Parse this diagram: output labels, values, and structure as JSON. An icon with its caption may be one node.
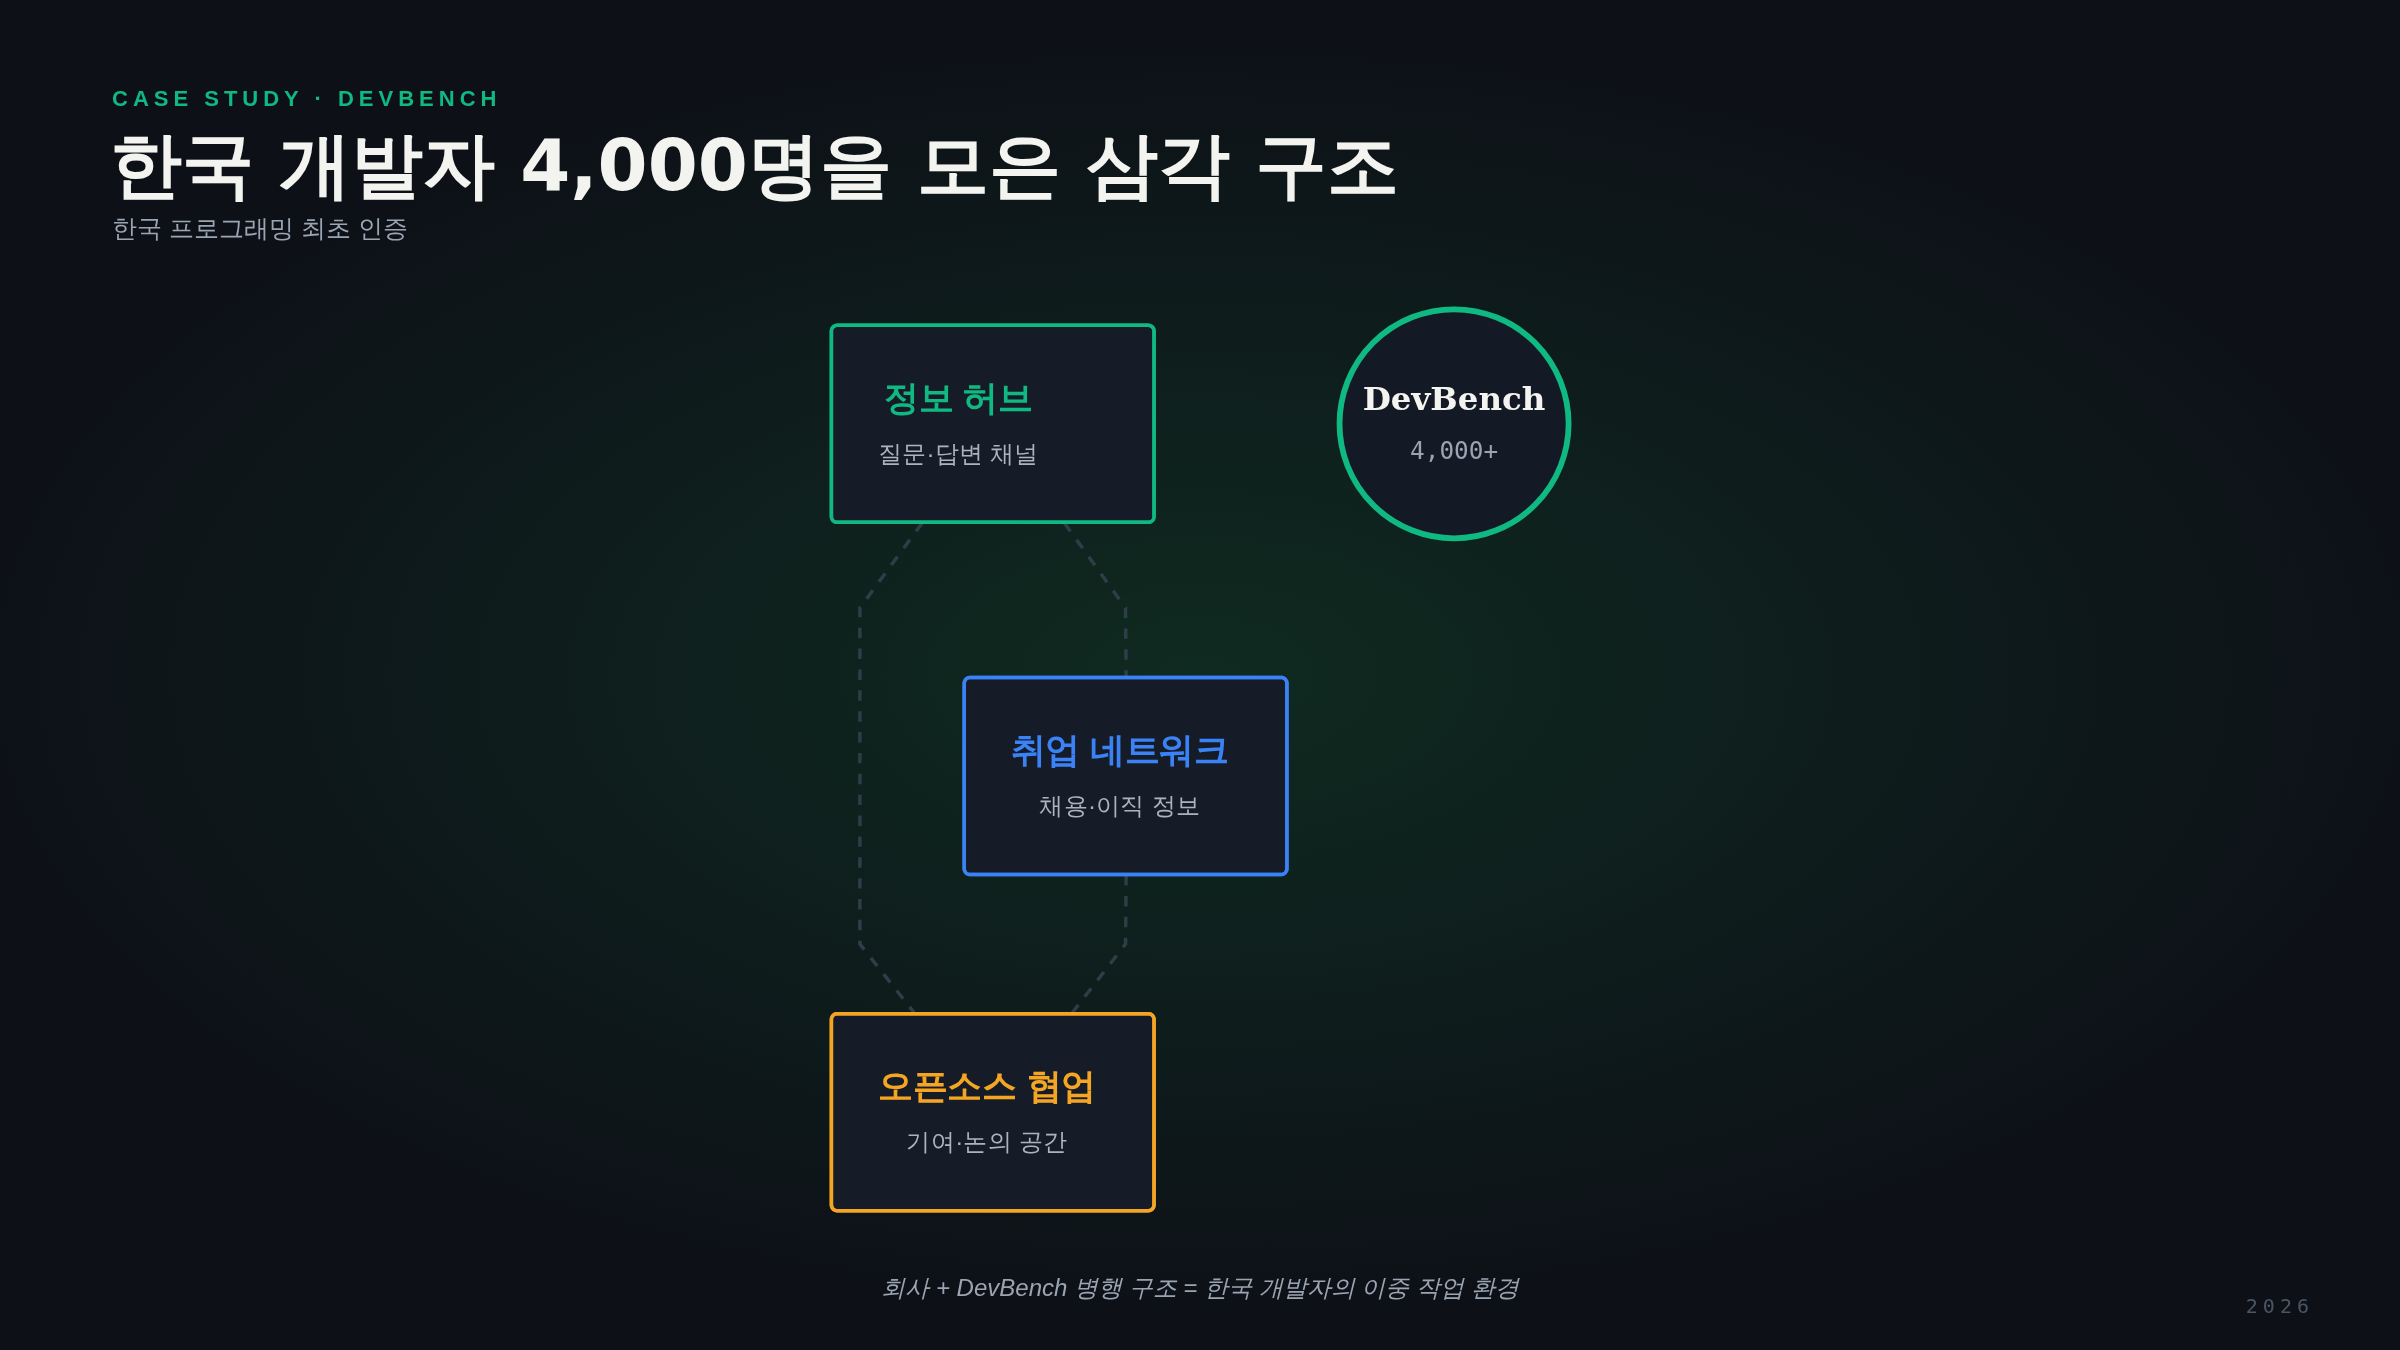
{
  "diagram": {
    "title": "한국 개발자 4,000명을 모은 삼각 구조",
    "caption": "회사 + DevBench 병행 구조 = 한국 개발자의 이중 작업 환경",
    "nodes": [
      {
        "text": [
          "정보 허브",
          "질문·답변 채널"
        ]
      },
      {
        "text": [
          "DevBench",
          "4,000+"
        ]
      },
      {
        "text": [
          "취업 네트워크",
          "채용·이직 정보"
        ]
      },
      {
        "text": [
          "오픈소스 협업",
          "기여·논의 공간"
        ]
      }
    ],
    "edges": [
      {
        "from": 0,
        "to": 2,
        "arrow": "none",
        "style": "dashed"
      },
      {
        "from": 0,
        "to": 3,
        "arrow": "none",
        "style": "dashed"
      },
      {
        "from": 2,
        "to": 3,
        "arrow": "none",
        "style": "dashed"
      }
    ],
    "labels": [
      "CASE STUDY · DEVBENCH",
      "한국 프로그래밍 최초 인증",
      "2026"
    ]
  }
}
